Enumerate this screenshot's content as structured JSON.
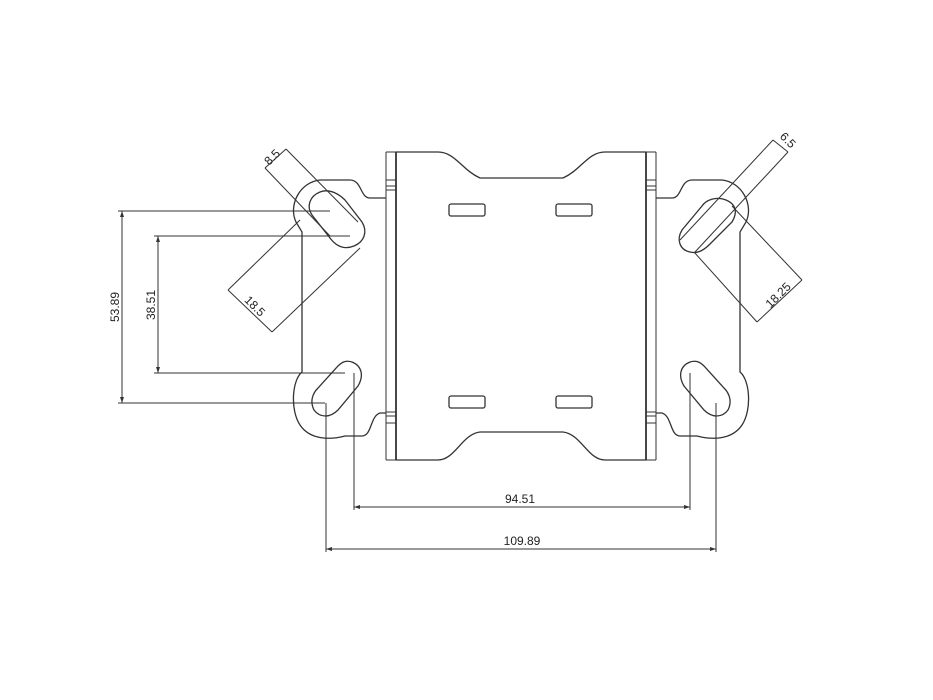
{
  "drawing": {
    "title": "VESA mount plate technical drawing",
    "line_color": "#333333",
    "background": "#ffffff"
  },
  "dimensions": {
    "slot_width_left": "8.5",
    "slot_length_left": "18.5",
    "slot_width_right": "6.5",
    "slot_length_right": "18.25",
    "vertical_outer": "53.89",
    "vertical_inner": "38.51",
    "horizontal_inner": "94.51",
    "horizontal_outer": "109.89"
  }
}
